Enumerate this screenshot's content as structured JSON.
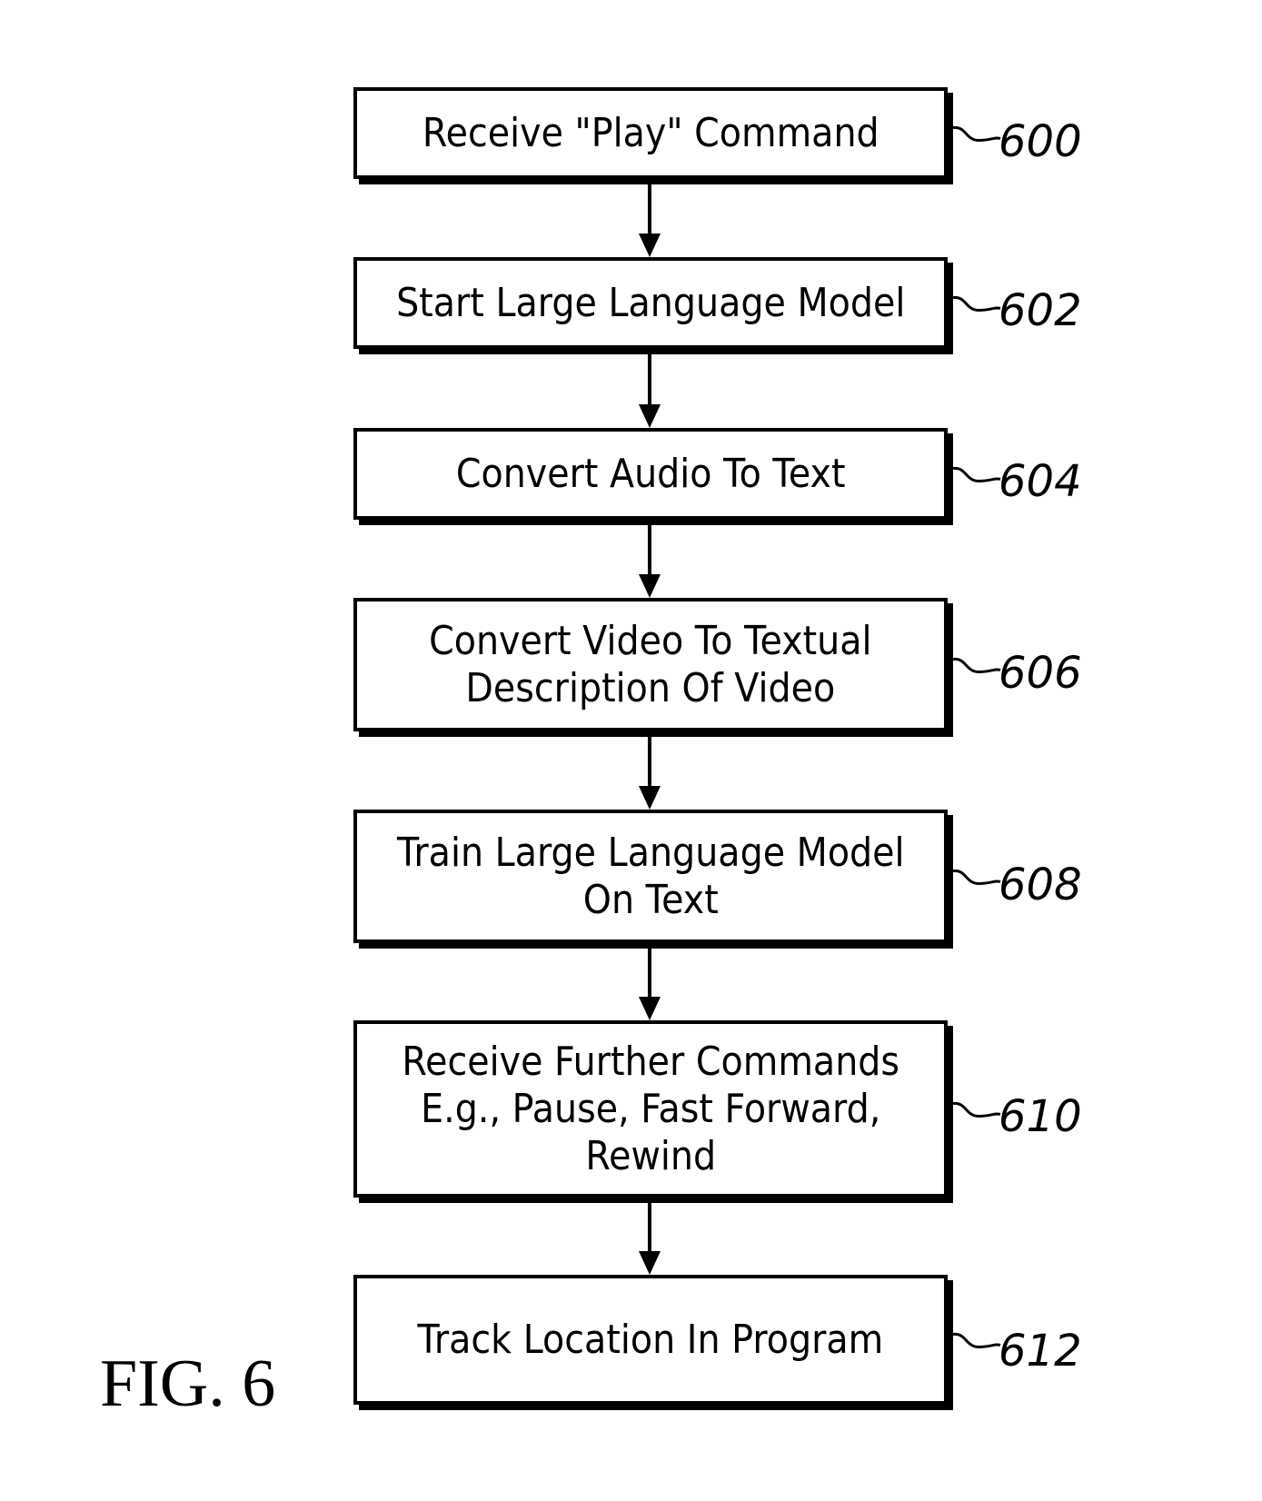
{
  "figure": {
    "label": "FIG. 6"
  },
  "steps": [
    {
      "text": "Receive \"Play\" Command",
      "ref": "600"
    },
    {
      "text": "Start Large Language Model",
      "ref": "602"
    },
    {
      "text": "Convert Audio To Text",
      "ref": "604"
    },
    {
      "text": "Convert Video To Textual\nDescription Of Video",
      "ref": "606"
    },
    {
      "text": "Train Large Language Model\nOn Text",
      "ref": "608"
    },
    {
      "text": "Receive Further Commands\nE.g., Pause, Fast Forward,\nRewind",
      "ref": "610"
    },
    {
      "text": "Track Location In Program",
      "ref": "612"
    }
  ]
}
